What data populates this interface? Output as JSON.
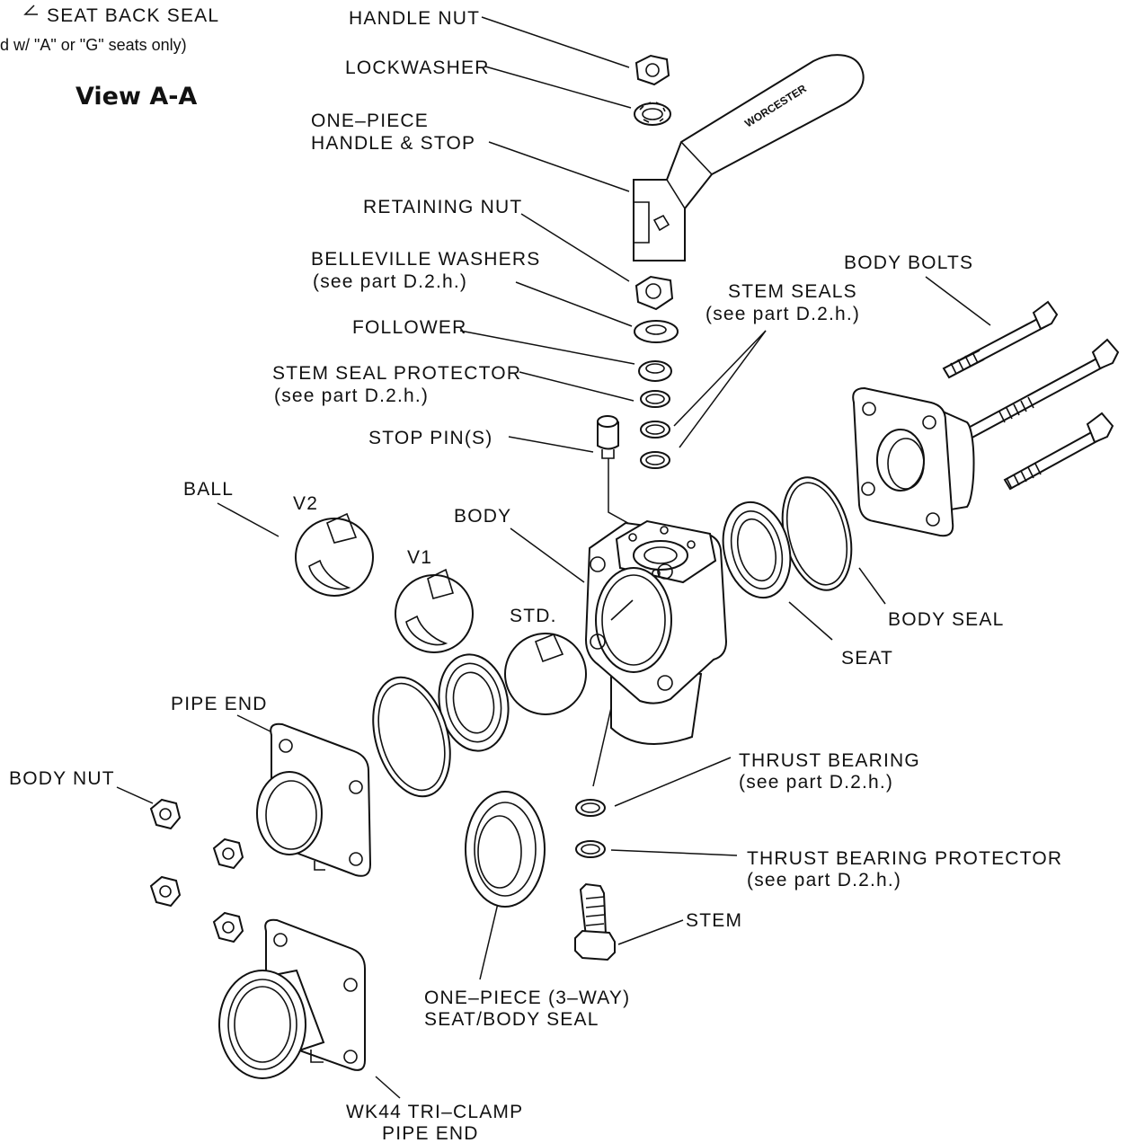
{
  "view": {
    "title": "View A-A",
    "seat_back_seal": "SEAT BACK SEAL",
    "seat_back_note": "d w/ \"A\" or \"G\" seats only)"
  },
  "handle_brand": "WORCESTER",
  "labels": {
    "handle_nut": "HANDLE NUT",
    "lockwasher": "LOCKWASHER",
    "one_piece_handle_1": "ONE–PIECE",
    "one_piece_handle_2": "HANDLE & STOP",
    "retaining_nut": "RETAINING NUT",
    "belleville_1": "BELLEVILLE WASHERS",
    "belleville_2": "(see part D.2.h.)",
    "follower": "FOLLOWER",
    "stem_seal_protector_1": "STEM SEAL PROTECTOR",
    "stem_seal_protector_2": "(see part D.2.h.)",
    "stop_pins": "STOP PIN(S)",
    "stem_seals_1": "STEM SEALS",
    "stem_seals_2": "(see part D.2.h.)",
    "body_bolts": "BODY BOLTS",
    "ball": "BALL",
    "v2": "V2",
    "v1": "V1",
    "std": "STD.",
    "body": "BODY",
    "body_seal": "BODY SEAL",
    "seat": "SEAT",
    "pipe_end": "PIPE END",
    "body_nut": "BODY NUT",
    "thrust_bearing_1": "THRUST BEARING",
    "thrust_bearing_2": "(see part D.2.h.)",
    "thrust_bearing_protector_1": "THRUST BEARING PROTECTOR",
    "thrust_bearing_protector_2": "(see part D.2.h.)",
    "stem": "STEM",
    "one_piece_seat_1": "ONE–PIECE (3–WAY)",
    "one_piece_seat_2": "SEAT/BODY SEAL",
    "tri_clamp_1": "WK44 TRI–CLAMP",
    "tri_clamp_2": "PIPE END"
  }
}
